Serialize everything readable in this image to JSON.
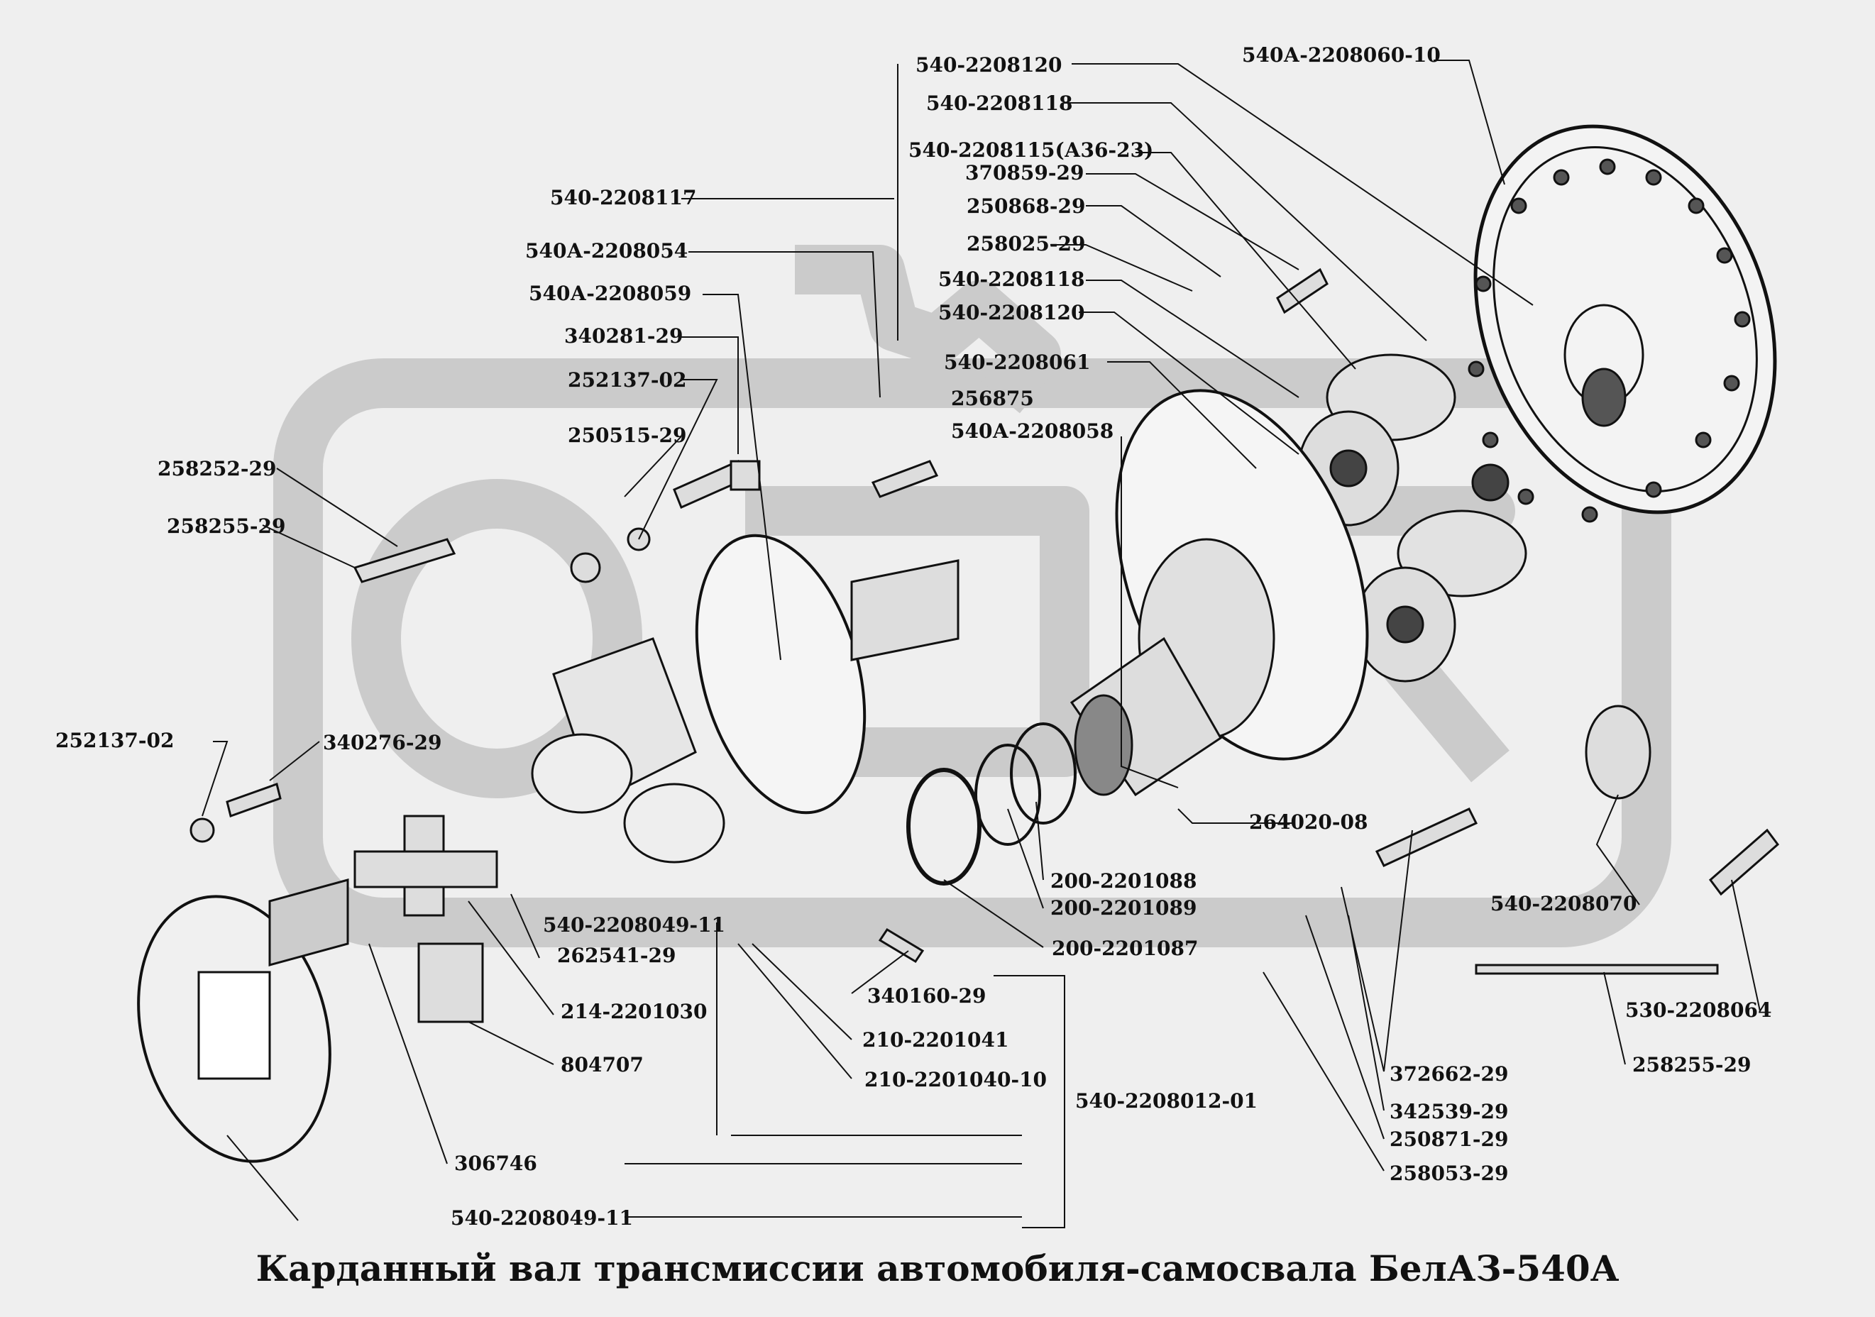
{
  "title": "Карданный вал трансмиссии автомобиля-самосвала БелАЗ-540А",
  "colors": {
    "background": "#efefef",
    "watermark": "#c9c9c9",
    "ink": "#111111"
  },
  "labels": [
    "540-2208120",
    "540А-2208060-10",
    "540-2208118",
    "540-2208115(А36-23)",
    "370859-29",
    "540-2208117",
    "250868-29",
    "258025-29",
    "540А-2208054",
    "540-2208118",
    "540-2208120",
    "540А-2208059",
    "340281-29",
    "540-2208061",
    "252137-02",
    "256875",
    "540А-2208058",
    "250515-29",
    "258252-29",
    "258255-29",
    "252137-02",
    "340276-29",
    "264020-08",
    "200-2201088",
    "200-2201089",
    "540-2208070",
    "540-2208049-11",
    "262541-29",
    "200-2201087",
    "340160-29",
    "530-2208064",
    "214-2201030",
    "210-2201041",
    "372662-29",
    "804707",
    "210-2201040-10",
    "258255-29",
    "540-2208012-01",
    "342539-29",
    "250871-29",
    "306746",
    "258053-29",
    "540-2208049-11"
  ]
}
